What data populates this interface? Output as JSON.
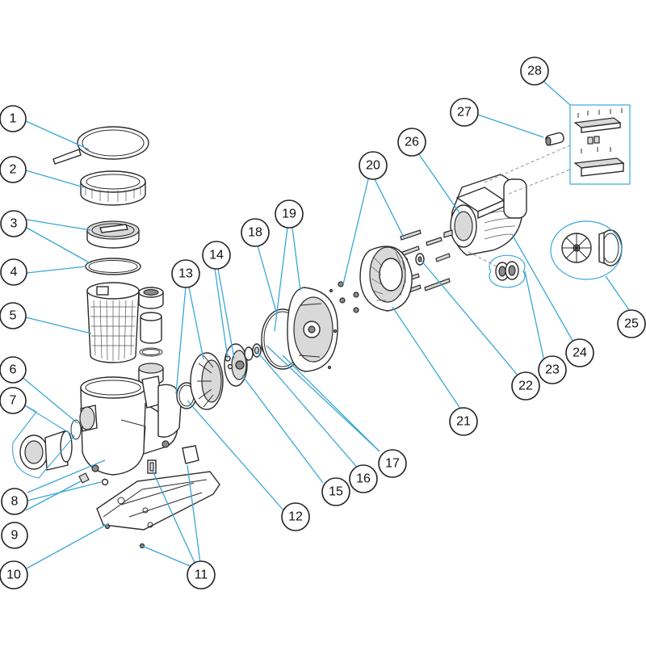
{
  "diagram": {
    "callouts": [
      "1",
      "2",
      "3",
      "4",
      "5",
      "6",
      "7",
      "8",
      "9",
      "10",
      "11",
      "12",
      "13",
      "14",
      "15",
      "16",
      "17",
      "18",
      "19",
      "20",
      "21",
      "22",
      "23",
      "24",
      "25",
      "26",
      "27",
      "28"
    ],
    "colors": {
      "leader": "#3aa6d8",
      "outline": "#2b2b2b",
      "shade": "#d9d9d9"
    }
  }
}
